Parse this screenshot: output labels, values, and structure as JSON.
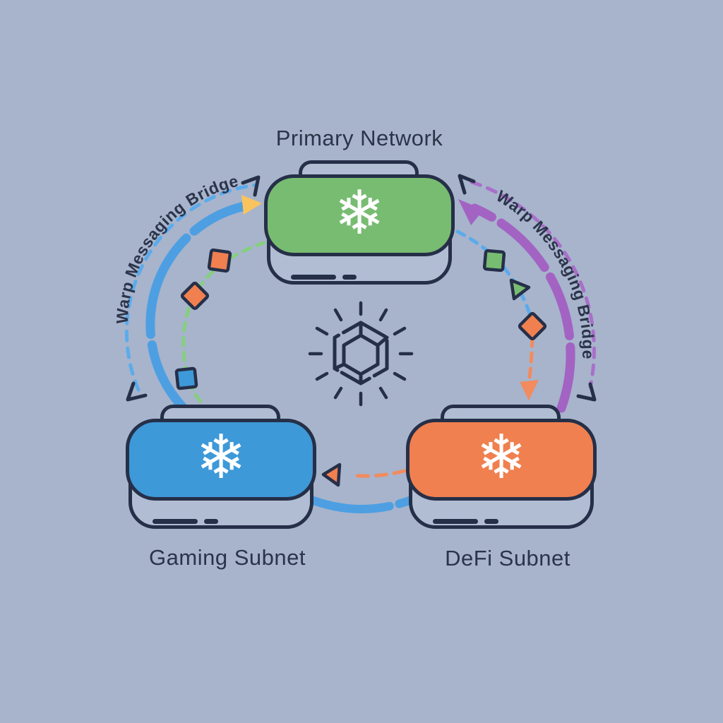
{
  "diagram": {
    "nodes": {
      "primary": {
        "label": "Primary Network"
      },
      "gaming": {
        "label": "Gaming Subnet"
      },
      "defi": {
        "label": "DeFi Subnet"
      }
    },
    "bridges": {
      "left": {
        "label": "Warp Messaging Bridge",
        "packets": [
          "orange-square",
          "orange-diamond",
          "blue-square"
        ]
      },
      "right": {
        "label": "Warp Messaging Bridge",
        "packets": [
          "green-square",
          "green-triangle",
          "orange-diamond"
        ]
      }
    },
    "icons": {
      "node_glyph": "❄",
      "node_icon": "snowflake",
      "center_icon": "hexagon-gem"
    }
  },
  "palette": {
    "bg": "#a7b4cc",
    "basefill": "#b0bdd3",
    "navy": "#262f48",
    "text": "#2b3449",
    "green": "#78bc71",
    "blue": "#3e99d8",
    "orange": "#f08050",
    "arcblue": "#4d9fe2",
    "bluedash": "#5babec",
    "greendash": "#86ce80",
    "purple": "#a263c3",
    "purpledash": "#a96fca",
    "orangedash": "#f28b5e",
    "yellow": "#f9c45e"
  }
}
